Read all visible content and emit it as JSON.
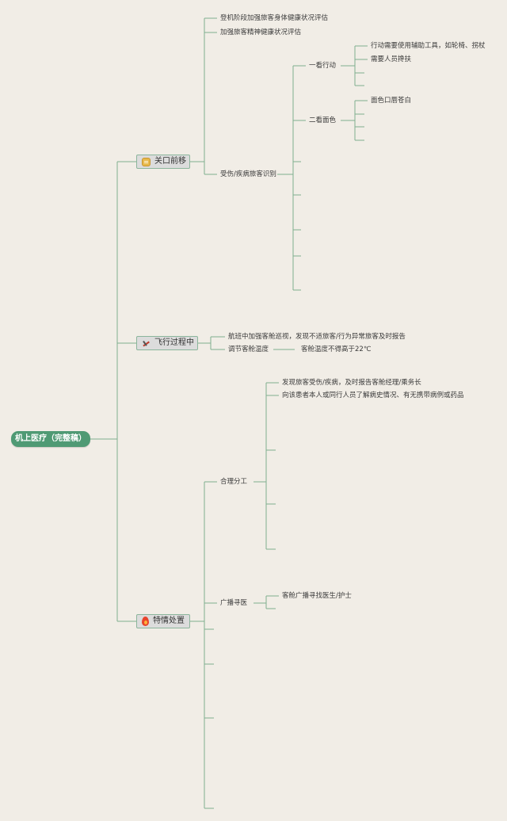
{
  "root": {
    "label": "机上医疗（完整稿）"
  },
  "branches": [
    {
      "label": "关口前移",
      "icon": "coin-icon",
      "items": [
        {
          "label": "登机阶段加强旅客身体健康状况评估"
        },
        {
          "label": "加强旅客精神健康状况评估"
        },
        {
          "label": "受伤/疾病旅客识别",
          "children": [
            {
              "label": "一看行动",
              "children": [
                {
                  "label": "行动需要使用辅助工具，如轮椅、拐杖"
                },
                {
                  "label": "需要人员搀扶"
                }
              ]
            },
            {
              "label": "二看面色",
              "children": [
                {
                  "label": "面色口唇苍白"
                }
              ]
            }
          ]
        }
      ]
    },
    {
      "label": "飞行过程中",
      "icon": "plane-icon",
      "items": [
        {
          "label": "航班中加强客舱巡视，发现不适旅客/行为异常旅客及时报告"
        },
        {
          "label": "调节客舱温度",
          "children": [
            {
              "label": "客舱温度不得高于22℃"
            }
          ]
        }
      ]
    },
    {
      "label": "特情处置",
      "icon": "fire-icon",
      "items": [
        {
          "label": "合理分工",
          "children": [
            {
              "label": "发现旅客受伤/疾病，及时报告客舱经理/乘务长"
            },
            {
              "label": "向该患者本人或同行人员了解病史情况、有无携带病例或药品"
            }
          ]
        },
        {
          "label": "广播寻医",
          "children": [
            {
              "label": "客舱广播寻找医生/护士"
            }
          ]
        }
      ]
    }
  ],
  "colors": {
    "line": "#7fae8f",
    "root_fill": "#4f9a74",
    "background": "#f1ede6",
    "branch_fill": "#dcdcdc"
  }
}
